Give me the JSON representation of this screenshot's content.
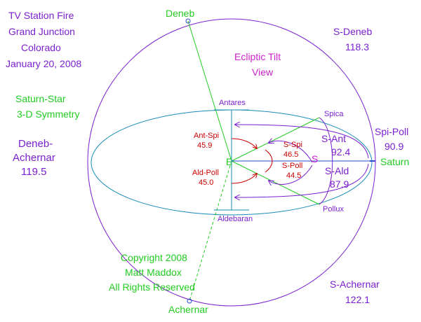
{
  "header": {
    "line1": "TV Station Fire",
    "line2": "Grand Junction",
    "line3": "Colorado",
    "line4": "January 20, 2008"
  },
  "view_title": {
    "line1": "Ecliptic Tilt",
    "line2": "View"
  },
  "symmetry_title": {
    "line1": "Saturn-Star",
    "line2": "3-D Symmetry"
  },
  "copyright": {
    "line1": "Copyright 2008",
    "line2": "Matt Maddox",
    "line3": "All Rights Reserved"
  },
  "points": {
    "deneb": "Deneb",
    "achernar": "Achernar",
    "saturn": "Saturn",
    "earth": "E",
    "sun": "S",
    "antares": "Antares",
    "aldebaran": "Aldebaran",
    "spica": "Spica",
    "pollux": "Pollux"
  },
  "angles": {
    "s_deneb": {
      "label": "S-Deneb",
      "value": "118.3"
    },
    "s_achernar": {
      "label": "S-Achernar",
      "value": "122.1"
    },
    "deneb_achernar": {
      "label1": "Deneb-",
      "label2": "Achernar",
      "value": "119.5"
    },
    "spi_poll": {
      "label": "Spi-Poll",
      "value": "90.9"
    },
    "s_ant": {
      "label": "S-Ant",
      "value": "92.4"
    },
    "s_ald": {
      "label": "S-Ald",
      "value": "87.9"
    },
    "ant_spi": {
      "label": "Ant-Spi",
      "value": "45.9"
    },
    "ald_poll": {
      "label": "Ald-Poll",
      "value": "45.0"
    },
    "s_spi": {
      "label": "S-Spi",
      "value": "46.5"
    },
    "s_poll": {
      "label": "S-Poll",
      "value": "44.5"
    }
  },
  "colors": {
    "purple": "#7a1fcf",
    "green": "#22cc22",
    "magenta": "#cc22cc",
    "red": "#cc0000",
    "teal": "#1a8cb8"
  }
}
